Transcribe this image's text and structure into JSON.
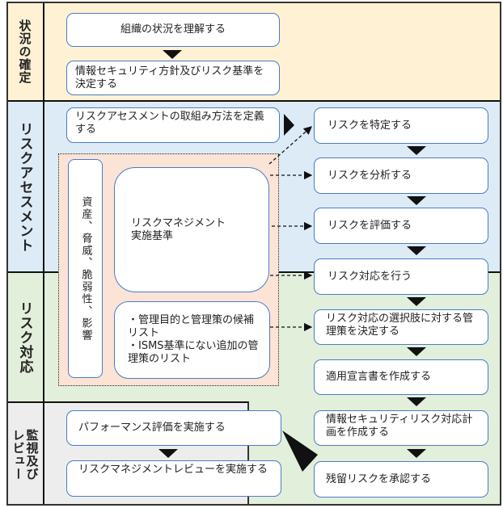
{
  "colors": {
    "context": "#FFF2D4",
    "assessment": "#DDEBF7",
    "treatment": "#E2EFDA",
    "review": "#EDEDED",
    "criteria_area": "#FBE3D6",
    "box_border": "#4A7CC7"
  },
  "sections": {
    "context": {
      "label": "状況の確定"
    },
    "assessment": {
      "label": "リスクアセスメント"
    },
    "treatment": {
      "label": "リスク対応"
    },
    "review": {
      "label_line1": "監視及び",
      "label_line2": "レビュー"
    }
  },
  "boxes": {
    "understand_org": "組織の状況を理解する",
    "policy_criteria": "情報セキュリティ方針及びリスク基準を決定する",
    "define_approach": "リスクアセスメントの取組み方法を定義する",
    "assets_threats": "資産、脅威、脆弱性、影響",
    "rm_criteria": "リスクマネジメント\n実施基準",
    "control_lists": "・管理目的と管理策の候補リスト\n・ISMS基準にない追加の管理策のリスト",
    "identify_risk": "リスクを特定する",
    "analyze_risk": "リスクを分析する",
    "evaluate_risk": "リスクを評価する",
    "treat_risk": "リスク対応を行う",
    "select_controls": "リスク対応の選択肢に対する管理策を決定する",
    "soa": "適用宣言書を作成する",
    "treatment_plan": "情報セキュリティリスク対応計画を作成する",
    "accept_residual": "残留リスクを承認する",
    "performance_eval": "パフォーマンス評価を実施する",
    "management_review": "リスクマネジメントレビューを実施する"
  }
}
